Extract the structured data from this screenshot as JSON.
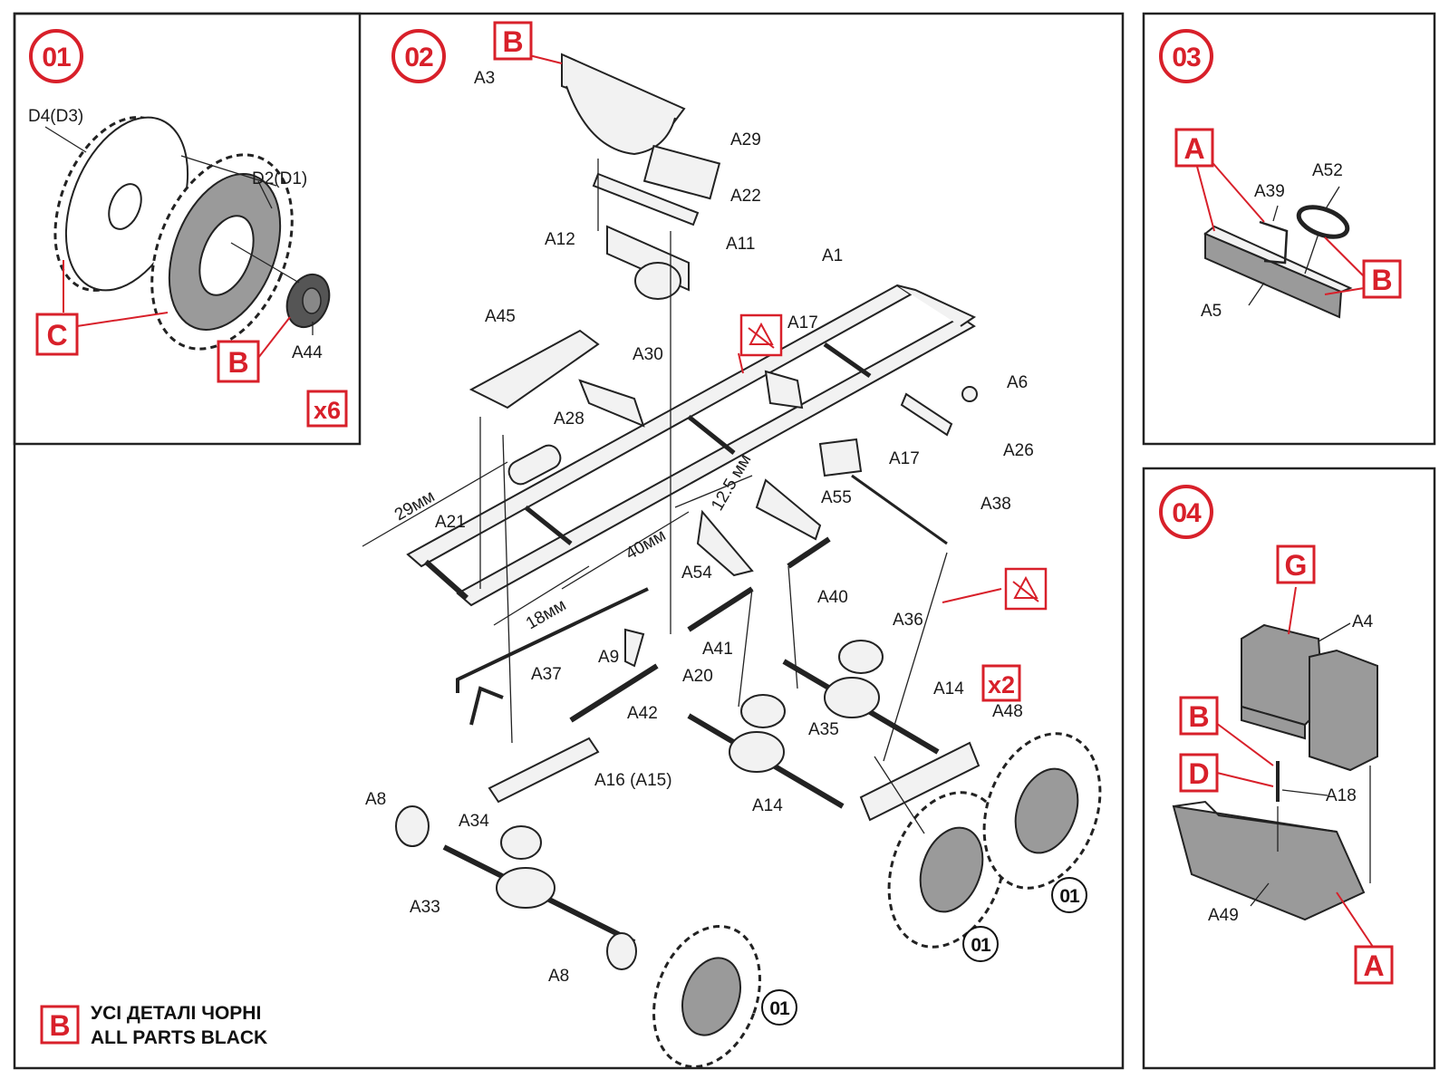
{
  "panels": {
    "p01": {
      "step": "01",
      "labels": {
        "tire_outer": "D4(D3)",
        "tire_inner": "D2(D1)",
        "hub": "A44"
      },
      "colour_tags": {
        "tire": "C",
        "hub": "B"
      },
      "quantity": "x6"
    },
    "p02": {
      "step": "02",
      "colour_tags": {
        "seat_frame": "B"
      },
      "labels": {
        "A3": "A3",
        "A29": "A29",
        "A22": "A22",
        "A12": "A12",
        "A11": "A11",
        "A1": "A1",
        "A45": "A45",
        "A17_top": "A17",
        "A30": "A30",
        "A28": "A28",
        "A6": "A6",
        "A26": "A26",
        "A17_mid": "A17",
        "A55": "A55",
        "A38": "A38",
        "A21": "A21",
        "A54": "A54",
        "A40": "A40",
        "A36": "A36",
        "A41": "A41",
        "A9": "A9",
        "A20": "A20",
        "A37": "A37",
        "A42": "A42",
        "A35": "A35",
        "A14_right": "A14",
        "A48": "A48",
        "A16": "A16 (A15)",
        "A14_left": "A14",
        "A8_top": "A8",
        "A34": "A34",
        "A33": "A33",
        "A8_bottom": "A8"
      },
      "dimensions": {
        "d1": "29мм",
        "d2": "12.5 мм",
        "d3": "40мм",
        "d4": "18мм"
      },
      "quantity": "x2",
      "wheel_refs": [
        "01",
        "01",
        "01"
      ]
    },
    "p03": {
      "step": "03",
      "labels": {
        "A39": "A39",
        "A52": "A52",
        "A5": "A5"
      },
      "colour_tags": {
        "left": "A",
        "right": "B"
      }
    },
    "p04": {
      "step": "04",
      "labels": {
        "A4": "A4",
        "A18": "A18",
        "A49": "A49"
      },
      "colour_tags": {
        "seat": "G",
        "rod_top": "B",
        "rod_bottom": "D",
        "floor": "A"
      }
    }
  },
  "legend": {
    "tag": "B",
    "line1": "УСІ ДЕТАЛІ ЧОРНІ",
    "line2": "ALL PARTS BLACK"
  },
  "colors": {
    "accent_red": "#d8202a",
    "ink": "#1a1a1a",
    "panel_border": "#222222",
    "grey_part": "#9a9a9a"
  }
}
